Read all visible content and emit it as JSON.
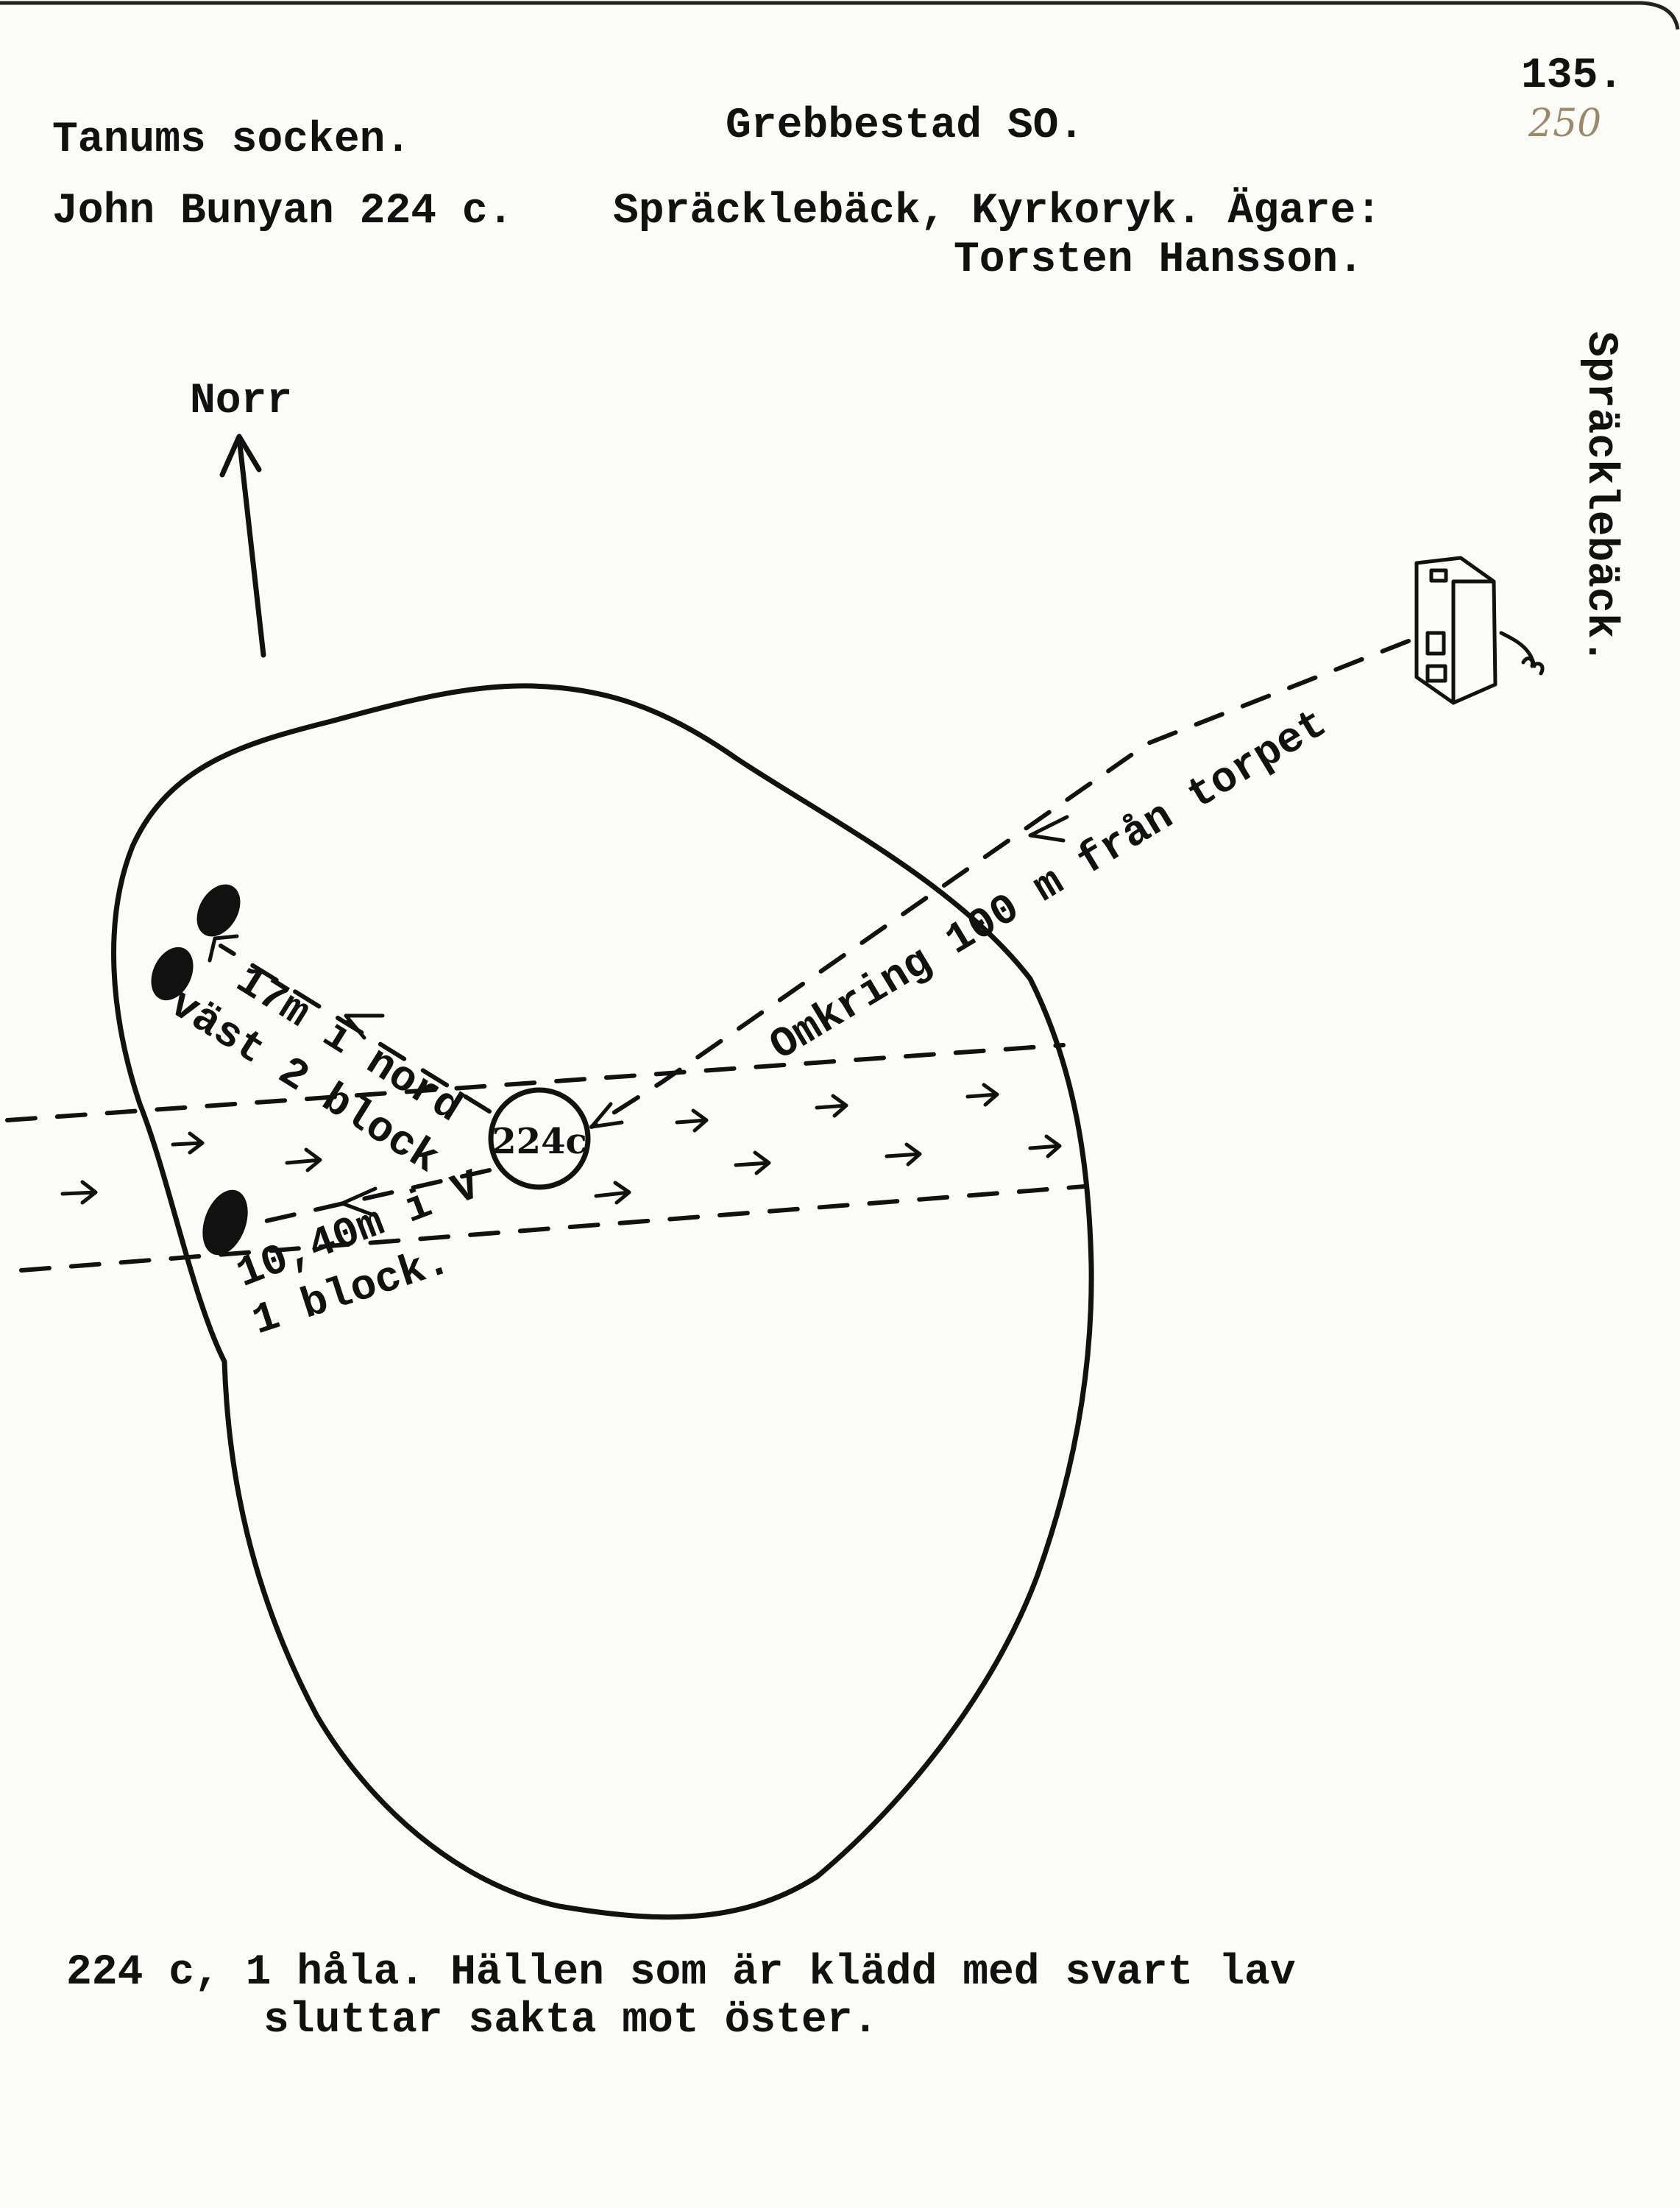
{
  "header": {
    "page_number": "135.",
    "archive_number": "250",
    "parish": "Tanums socken.",
    "map_sheet": "Grebbestad SO.",
    "site_id": "John Bunyan 224 c.",
    "location": "Spräcklebäck, Kyrkoryk. Ägare:",
    "owner": "Torsten Hansson."
  },
  "map": {
    "north_label": "Norr",
    "side_label": "Spräcklebäck.",
    "circle_label": "224c",
    "distance_torp": "Omkring 100 m från torpet",
    "distance_north": "17m i nord",
    "west_blocks": "väst 2 block",
    "distance_west": "10,40m i V",
    "one_block": "1 block."
  },
  "footer": {
    "line1": "224 c, 1 håla. Hällen som är klädd med svart lav",
    "line2": "sluttar sakta mot öster."
  }
}
